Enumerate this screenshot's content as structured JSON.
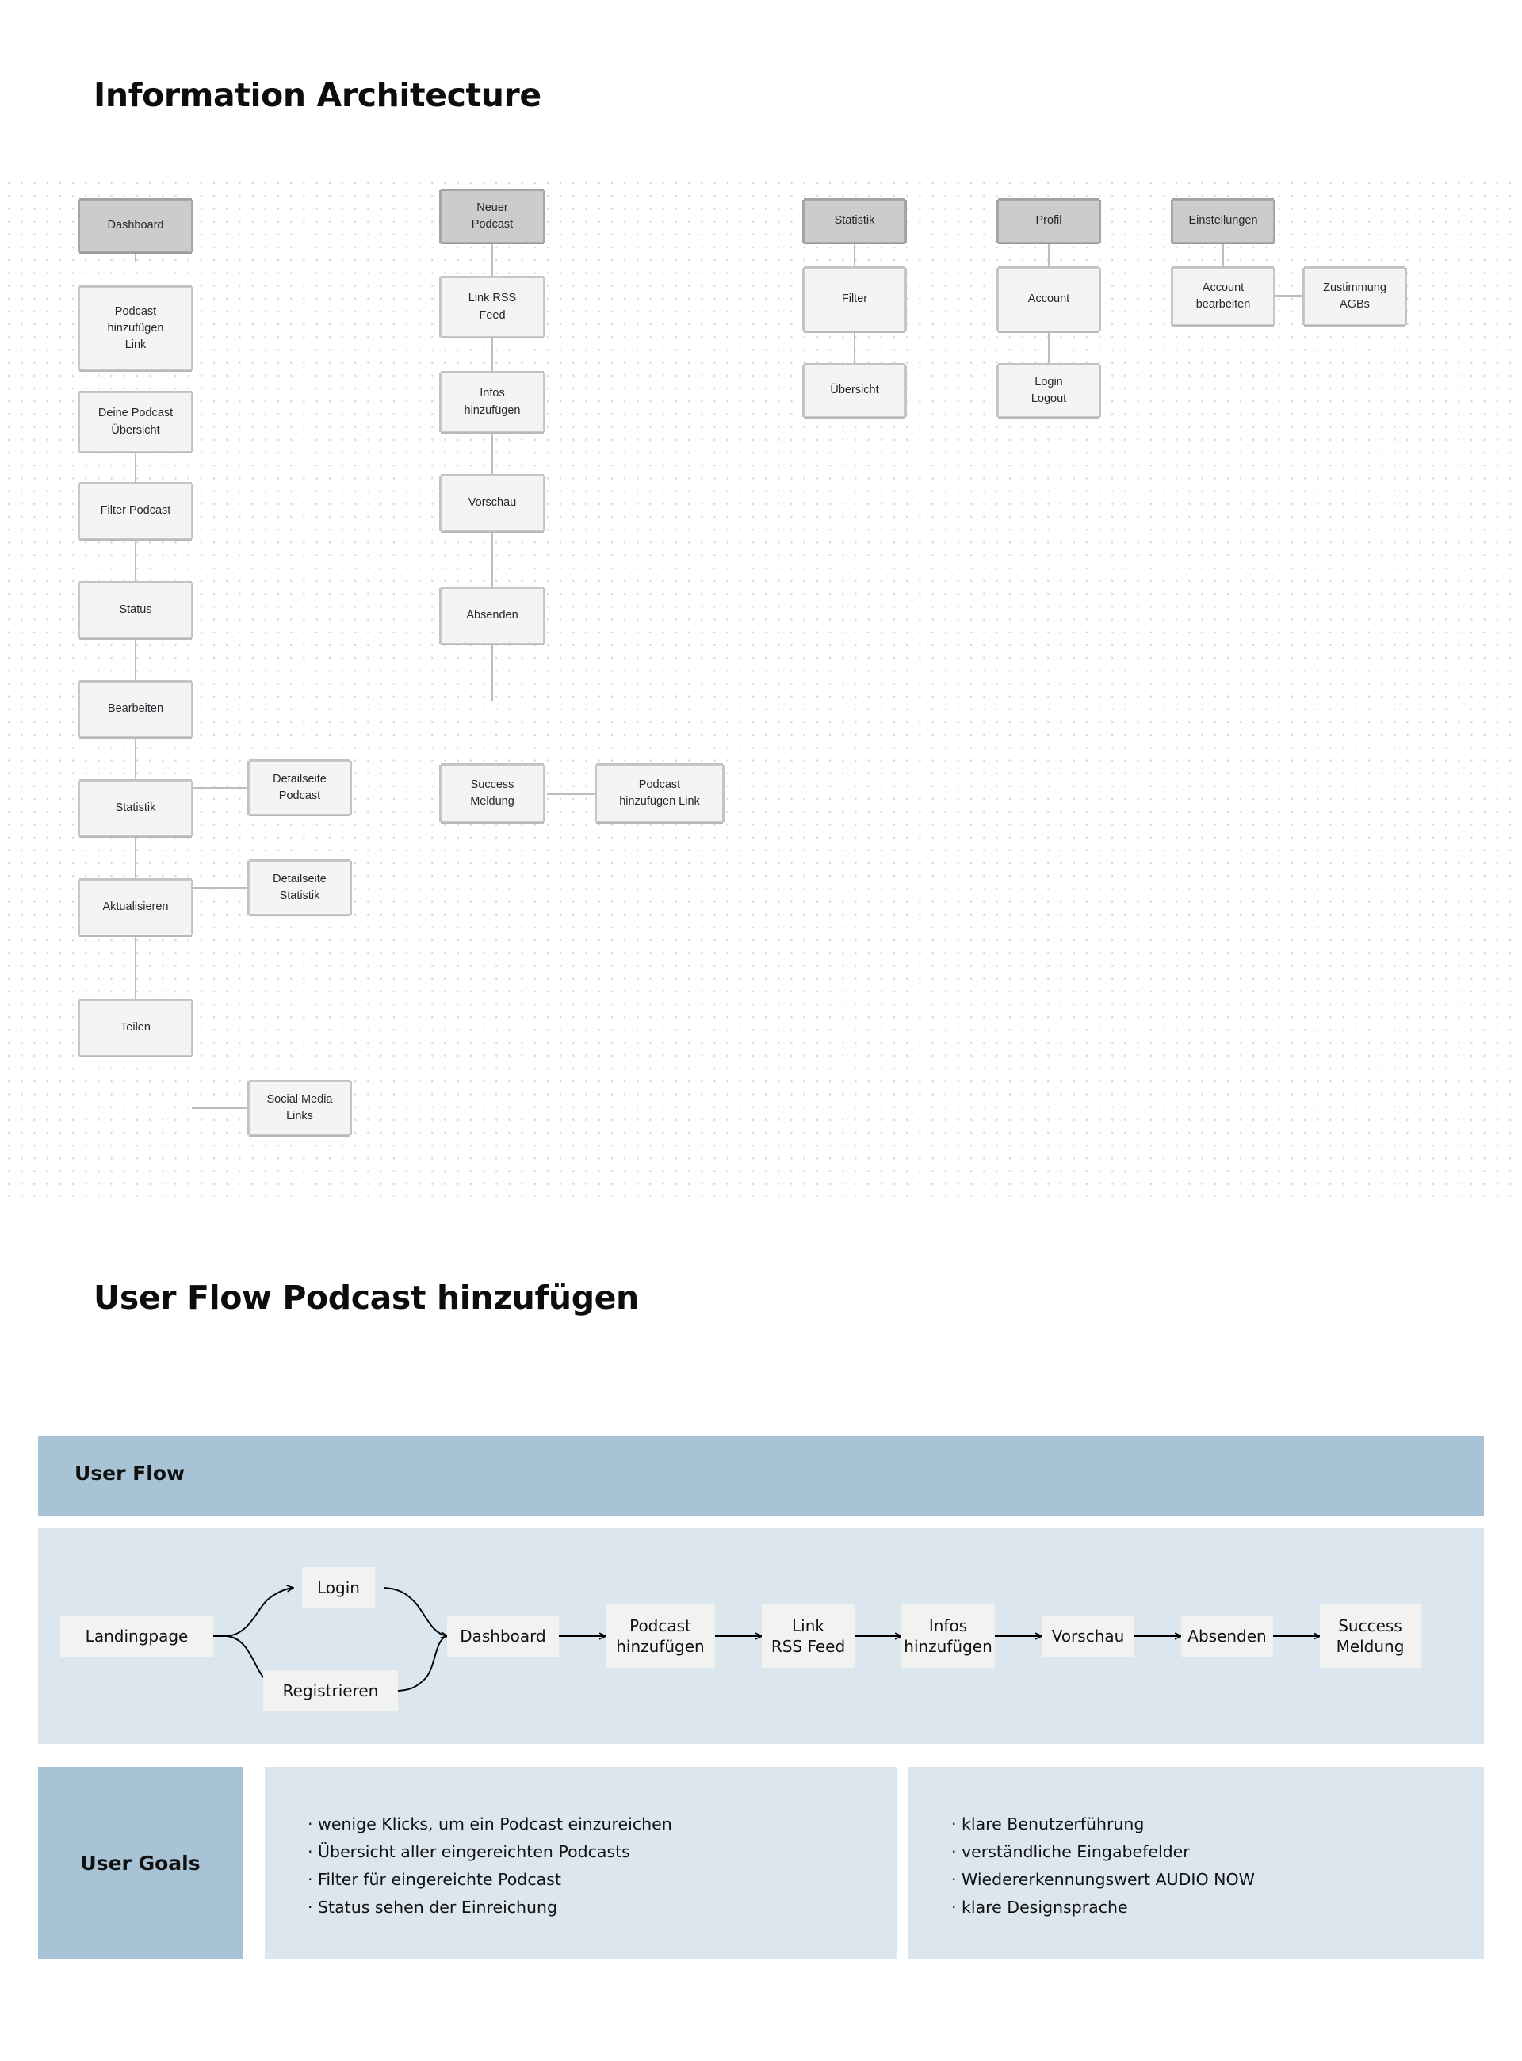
{
  "headings": {
    "information_architecture": "Information Architecture",
    "user_flow_podcast": "User Flow Podcast hinzufügen"
  },
  "information_architecture": {
    "columns": [
      {
        "name": "dashboard-column",
        "root": "Dashboard",
        "nodes": [
          "Podcast hinzufügen Link",
          "Deine Podcast Übersicht",
          "Filter Podcast",
          "Status",
          "Bearbeiten",
          "Statistik",
          "Aktualisieren",
          "Teilen"
        ],
        "side_nodes": [
          "Detailseite Podcast",
          "Detailseite Statistik",
          "Social Media Links"
        ]
      },
      {
        "name": "neuer-podcast-column",
        "root": "Neuer Podcast",
        "nodes": [
          "Link RSS Feed",
          "Infos hinzufügen",
          "Vorschau",
          "Absenden",
          "Success Meldung"
        ],
        "side_nodes": [
          "Podcast hinzufügen Link"
        ]
      },
      {
        "name": "statistik-column",
        "root": "Statistik",
        "nodes": [
          "Filter",
          "Übersicht"
        ],
        "side_nodes": []
      },
      {
        "name": "profil-column",
        "root": "Profil",
        "nodes": [
          "Account",
          "Login Logout"
        ],
        "side_nodes": []
      },
      {
        "name": "einstellungen-column",
        "root": "Einstellungen",
        "nodes": [
          "Account bearbeiten"
        ],
        "side_nodes": [
          "Zustimmung AGBs"
        ]
      }
    ],
    "labels": {
      "dashboard": "Dashboard",
      "podcast_hinzufuegen_link_multiline_1": "Podcast",
      "podcast_hinzufuegen_link_multiline_2": "hinzufügen",
      "podcast_hinzufuegen_link_multiline_3": "Link",
      "deine_podcast_1": "Deine Podcast",
      "deine_podcast_2": "Übersicht",
      "filter_podcast": "Filter Podcast",
      "status": "Status",
      "bearbeiten": "Bearbeiten",
      "statistik": "Statistik",
      "aktualisieren": "Aktualisieren",
      "teilen": "Teilen",
      "detailseite_podcast_1": "Detailseite",
      "detailseite_podcast_2": "Podcast",
      "detailseite_statistik_1": "Detailseite",
      "detailseite_statistik_2": "Statistik",
      "social_media_1": "Social Media",
      "social_media_2": "Links",
      "neuer_podcast_1": "Neuer",
      "neuer_podcast_2": "Podcast",
      "link_rss_1": "Link RSS",
      "link_rss_2": "Feed",
      "infos_1": "Infos",
      "infos_2": "hinzufügen",
      "vorschau": "Vorschau",
      "absenden": "Absenden",
      "success_1": "Success",
      "success_2": "Meldung",
      "podcast_hinzufuegen_link_1": "Podcast",
      "podcast_hinzufuegen_link_2": "hinzufügen Link",
      "statistik_root": "Statistik",
      "filter": "Filter",
      "uebersicht": "Übersicht",
      "profil": "Profil",
      "account": "Account",
      "login_1": "Login",
      "login_2": "Logout",
      "einstellungen": "Einstellungen",
      "account_bearbeiten_1": "Account",
      "account_bearbeiten_2": "bearbeiten",
      "zustimmung_1": "Zustimmung",
      "zustimmung_2": "AGBs"
    }
  },
  "user_flow": {
    "band_title": "User Flow",
    "nodes": {
      "landingpage": "Landingpage",
      "login": "Login",
      "registrieren": "Registrieren",
      "dashboard": "Dashboard",
      "podcast_hinzufuegen_1": "Podcast",
      "podcast_hinzufuegen_2": "hinzufügen",
      "link_rss_1": "Link",
      "link_rss_2": "RSS Feed",
      "infos_1": "Infos",
      "infos_2": "hinzufügen",
      "vorschau": "Vorschau",
      "absenden": "Absenden",
      "success_1": "Success",
      "success_2": "Meldung"
    },
    "sequence": [
      "Landingpage",
      "Login",
      "Registrieren",
      "Dashboard",
      "Podcast hinzufügen",
      "Link RSS Feed",
      "Infos hinzufügen",
      "Vorschau",
      "Absenden",
      "Success Meldung"
    ]
  },
  "user_goals": {
    "label": "User Goals",
    "left": [
      "wenige Klicks, um ein Podcast einzureichen",
      "Übersicht aller eingereichten Podcasts",
      "Filter für eingereichte Podcast",
      "Status sehen der Einreichung"
    ],
    "right": [
      "klare Benutzerführung",
      "verständliche Eingabefelder",
      "Wiedererkennungswert AUDIO NOW",
      "klare Designsprache"
    ]
  },
  "colors": {
    "band_blue": "#a8c3d6",
    "panel_blue": "#dbe6ef",
    "root_box": "#cccccc",
    "node_box": "#f4f4f4",
    "flow_box": "#f2f2f0",
    "connector": "#bdbdbd"
  }
}
